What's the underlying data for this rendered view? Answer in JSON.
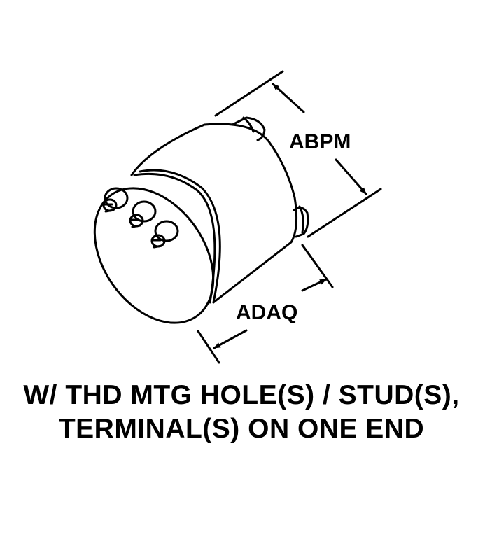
{
  "dimensions": {
    "length_label": "ABPM",
    "diameter_label": "ADAQ"
  },
  "caption": {
    "line_1": "W/ THD MTG HOLE(S) / STUD(S),",
    "line_2": "TERMINAL(S) ON ONE END"
  },
  "colors": {
    "ink": "#000000",
    "background": "#ffffff"
  }
}
